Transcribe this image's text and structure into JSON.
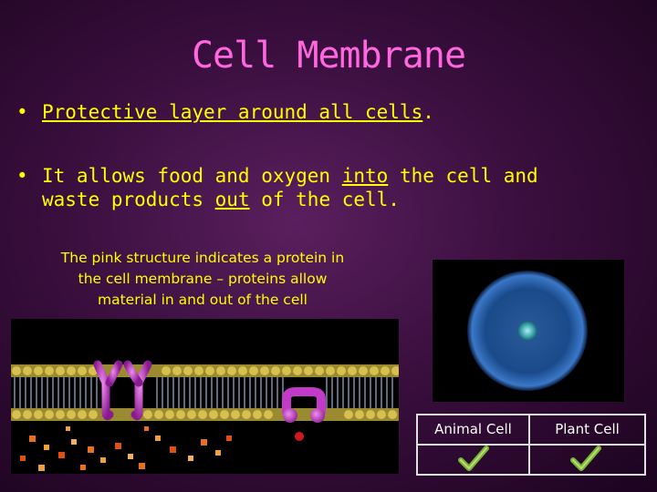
{
  "slide": {
    "title": "Cell Membrane",
    "bullet_1": "Protective layer around all cells",
    "bullet_1_end": ".",
    "bullet_2_line1_a": "It allows food and oxygen ",
    "bullet_2_into": "into",
    "bullet_2_line1_b": " the cell and",
    "bullet_2_line2_a": "waste products ",
    "bullet_2_out": "out",
    "bullet_2_line2_b": " of the cell.",
    "bullet_symbol": "•",
    "caption_line1": "The pink structure indicates a protein in",
    "caption_line2": "the cell membrane – proteins allow",
    "caption_line3": "material in and out of the cell"
  },
  "table": {
    "col_1_header": "Animal Cell",
    "col_2_header": "Plant Cell",
    "animal_cell_icon": "check-icon",
    "plant_cell_icon": "check-icon"
  },
  "colors": {
    "title": "#ff66e0",
    "bullet_text": "#ffff00",
    "background": "#3a0f3e",
    "protein": "#c23bc8",
    "check": "#7bb33a"
  }
}
